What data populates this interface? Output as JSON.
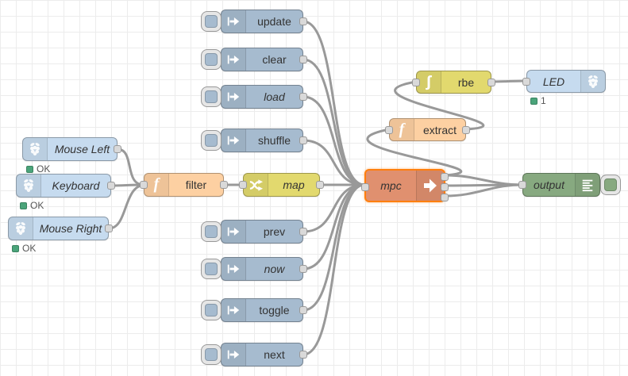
{
  "app": {
    "name": "Node-RED flow editor canvas"
  },
  "palette": {
    "inject_node": "#a6bbcf",
    "function_node": "#fdd0a2",
    "switch_rbe_node": "#e2d96e",
    "rpi_node": "#c6dbef",
    "debug_node": "#87a980",
    "mpc_node": "#e0906f",
    "selected_border": "#ff7f0e",
    "wire": "#999999",
    "status_green": "#4aa47a",
    "grid_line": "#ececec"
  },
  "state": {
    "selected_node": "mpc"
  },
  "nodes": {
    "mouse_left": {
      "label": "Mouse Left",
      "status": "OK"
    },
    "keyboard": {
      "label": "Keyboard",
      "status": "OK"
    },
    "mouse_right": {
      "label": "Mouse Right",
      "status": "OK"
    },
    "filter": {
      "label": "filter"
    },
    "map": {
      "label": "map"
    },
    "update": {
      "label": "update"
    },
    "clear": {
      "label": "clear"
    },
    "load": {
      "label": "load"
    },
    "shuffle": {
      "label": "shuffle"
    },
    "prev": {
      "label": "prev"
    },
    "now": {
      "label": "now"
    },
    "toggle": {
      "label": "toggle"
    },
    "next": {
      "label": "next"
    },
    "mpc": {
      "label": "mpc"
    },
    "extract": {
      "label": "extract"
    },
    "rbe": {
      "label": "rbe"
    },
    "led": {
      "label": "LED",
      "status": "1"
    },
    "output": {
      "label": "output"
    }
  }
}
